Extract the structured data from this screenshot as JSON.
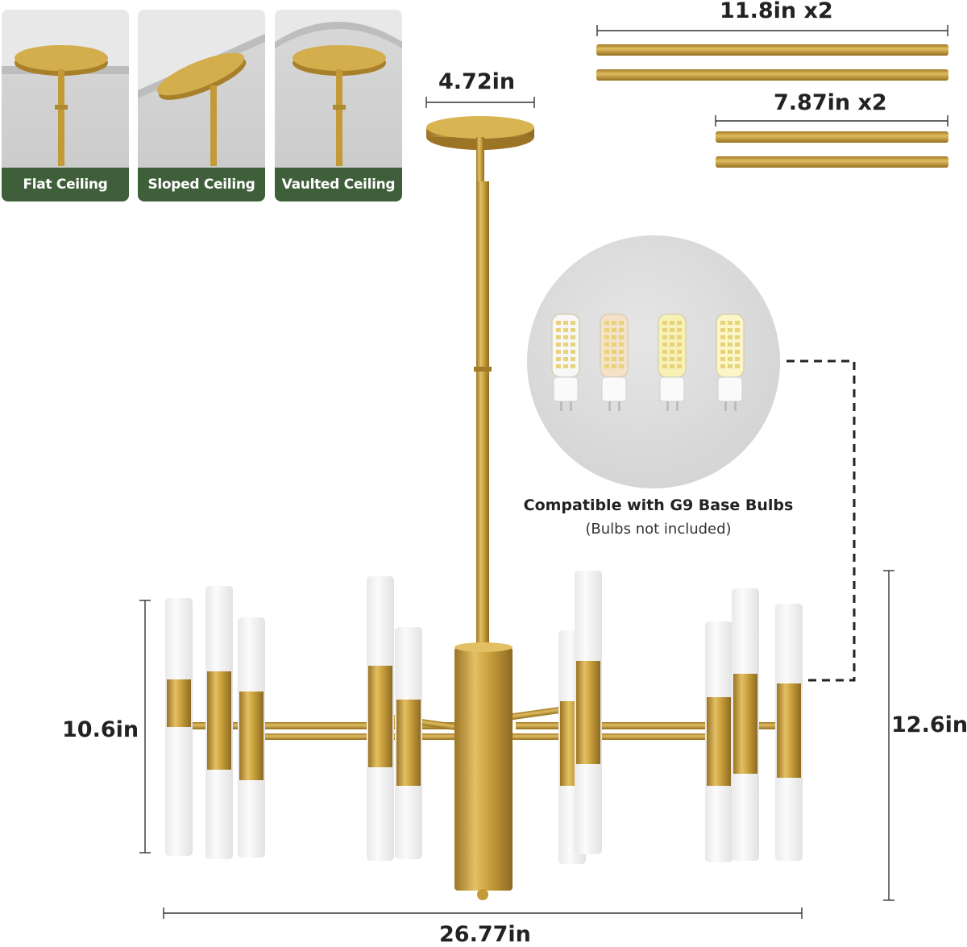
{
  "mount_options": [
    {
      "label": "Flat Ceiling"
    },
    {
      "label": "Sloped Ceiling"
    },
    {
      "label": "Vaulted Ceiling"
    }
  ],
  "dimensions": {
    "canopy_width": "4.72in",
    "rod_long": "11.8in x2",
    "rod_short": "7.87in x2",
    "body_height": "10.6in",
    "total_height": "12.6in",
    "width": "26.77in"
  },
  "bulb_note": {
    "title": "Compatible with G9 Base Bulbs",
    "subtitle": "(Bulbs not included)"
  },
  "colors": {
    "brass": "#c9a23f",
    "caption_green": "#3f5e3a",
    "frosted_glass": "#f2f2f2"
  }
}
